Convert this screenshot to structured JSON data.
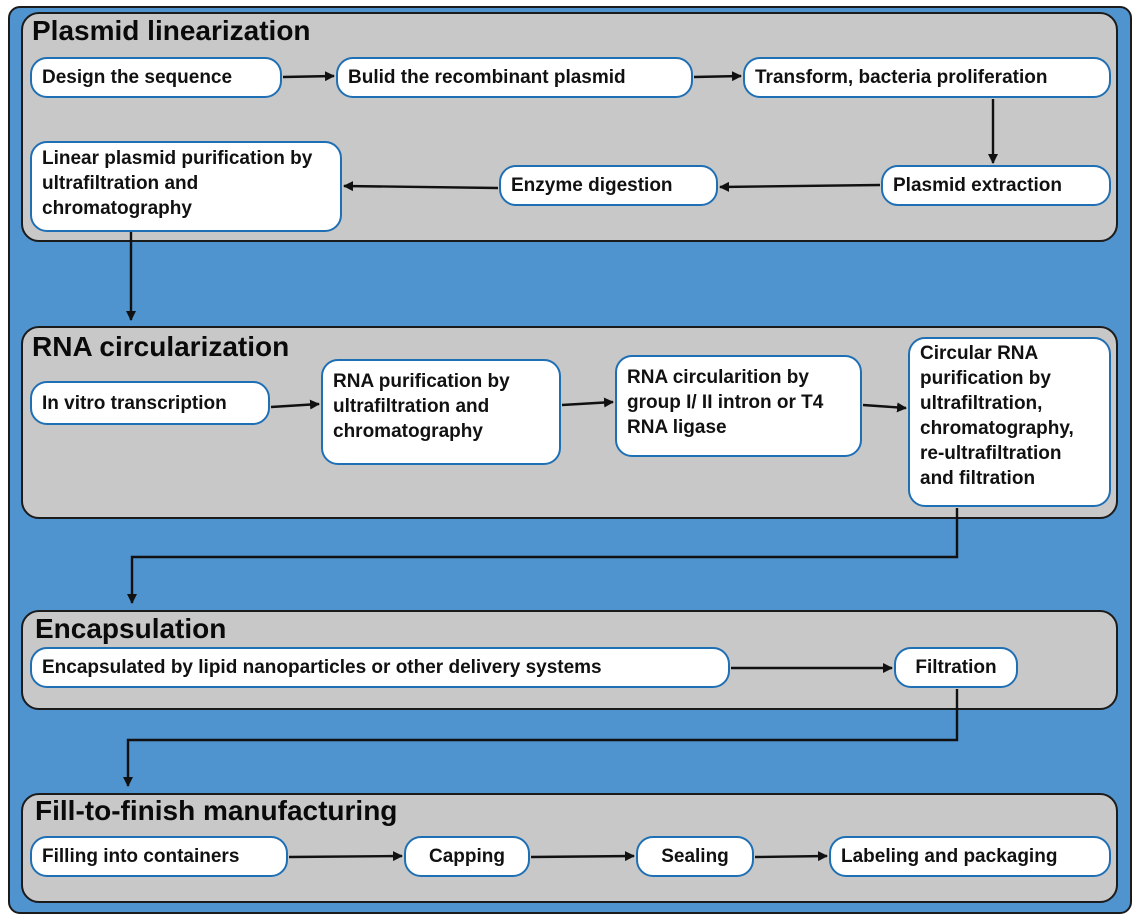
{
  "panels": {
    "plasmid": {
      "title": "Plasmid linearization",
      "nodes": {
        "design": "Design the sequence",
        "build": "Bulid the recombinant plasmid",
        "transform": "Transform, bacteria proliferation",
        "extract": "Plasmid extraction",
        "digest": "Enzyme digestion",
        "purify": "Linear plasmid purification by ultrafiltration and chromatography"
      }
    },
    "rna": {
      "title": "RNA circularization",
      "nodes": {
        "ivt": "In vitro transcription",
        "purify": "RNA purification by ultrafiltration and chromatography",
        "circ": "RNA circularition by group I/ II intron or T4 RNA ligase",
        "circpurify": "Circular RNA purification by ultrafiltration, chromatography, re-ultrafiltration and filtration"
      }
    },
    "encap": {
      "title": "Encapsulation",
      "nodes": {
        "lnp": "Encapsulated by lipid nanoparticles or other delivery systems",
        "filtration": "Filtration"
      }
    },
    "fill": {
      "title": "Fill-to-finish manufacturing",
      "nodes": {
        "filling": "Filling into containers",
        "capping": "Capping",
        "sealing": "Sealing",
        "labeling": "Labeling and packaging"
      }
    }
  },
  "colors": {
    "background": "#4f93cf",
    "panel": "#c8c8c8",
    "node_border": "#1f6fb5",
    "arrow": "#111111"
  }
}
